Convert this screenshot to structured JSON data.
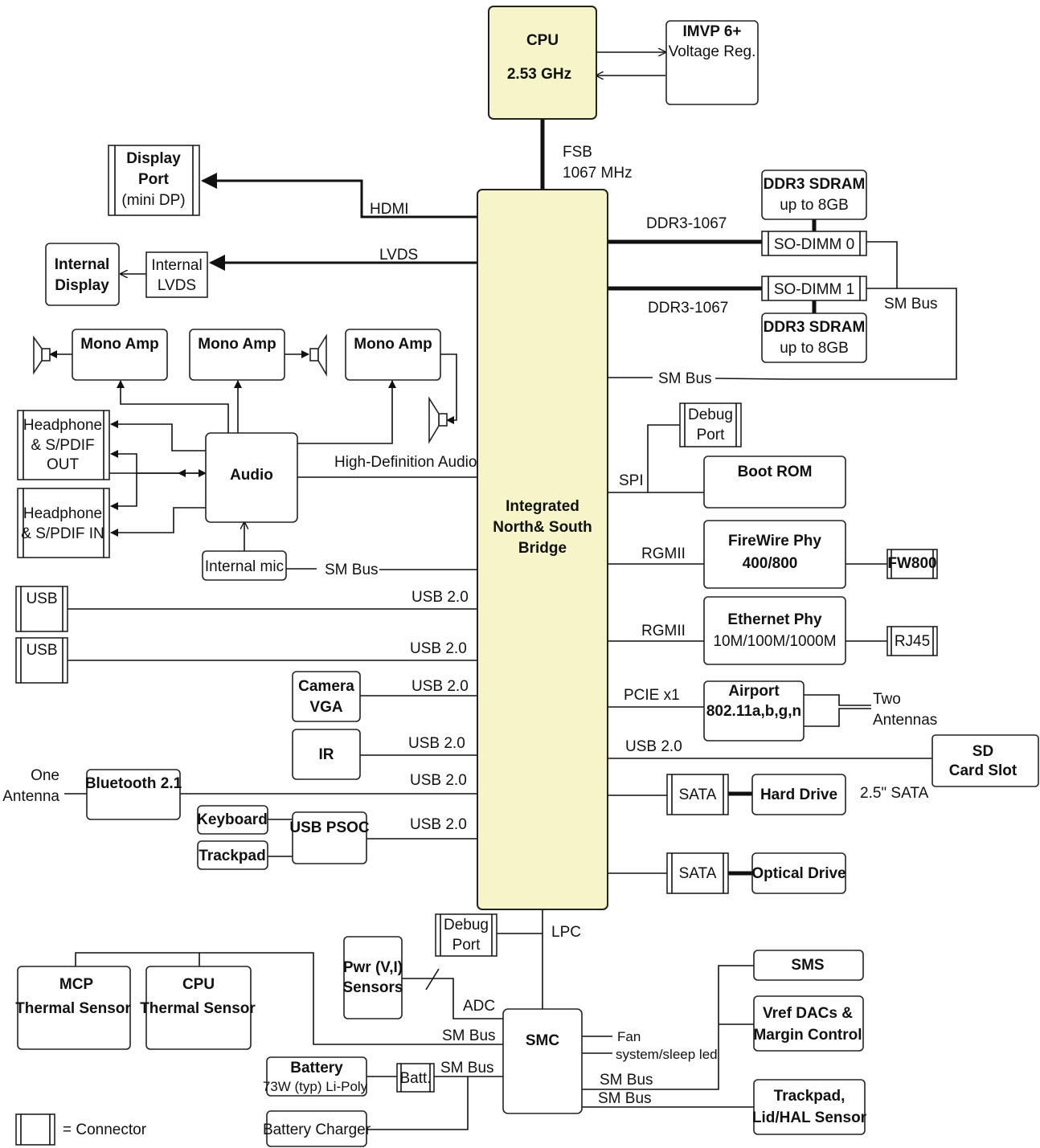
{
  "cpu": {
    "line1": "CPU",
    "line2": "2.53 GHz"
  },
  "imvp": {
    "line1": "IMVP 6+",
    "line2": "Voltage Reg."
  },
  "fsb": {
    "line1": "FSB",
    "line2": "1067 MHz"
  },
  "bridge": {
    "line1": "Integrated",
    "line2": "North& South",
    "line3": "Bridge"
  },
  "display_port": {
    "line1": "Display",
    "line2": "Port",
    "line3": "(mini DP)"
  },
  "internal_display": {
    "line1": "Internal",
    "line2": "Display"
  },
  "internal_lvds": {
    "line1": "Internal",
    "line2": "LVDS"
  },
  "buses": {
    "hdmi": "HDMI",
    "lvds": "LVDS",
    "ddr_a": "DDR3-1067",
    "ddr_b": "DDR3-1067",
    "sm_bus": "SM Bus",
    "spi": "SPI",
    "rgmii": "RGMII",
    "pcie": "PCIE x1",
    "usb20": "USB 2.0",
    "hda": "High-Definition Audio",
    "lpc": "LPC",
    "adc": "ADC"
  },
  "ddr_top": {
    "line1": "DDR3 SDRAM",
    "line2": "up to 8GB"
  },
  "ddr_bottom": {
    "line1": "DDR3 SDRAM",
    "line2": "up to 8GB"
  },
  "sodimm0": "SO-DIMM 0",
  "sodimm1": "SO-DIMM 1",
  "mono_amp": "Mono Amp",
  "headphone_out": {
    "line1": "Headphone",
    "line2": "& S/PDIF",
    "line3": "OUT"
  },
  "headphone_in": {
    "line1": "Headphone",
    "line2": "& S/PDIF IN"
  },
  "audio": "Audio",
  "internal_mic": "Internal mic",
  "usb": "USB",
  "camera": {
    "line1": "Camera",
    "line2": "VGA"
  },
  "ir": "IR",
  "bluetooth": "Bluetooth 2.1",
  "one_antenna": {
    "line1": "One",
    "line2": "Antenna"
  },
  "keyboard": "Keyboard",
  "trackpad": "Trackpad",
  "usb_psoc": "USB PSOC",
  "debug_port": {
    "line1": "Debug",
    "line2": "Port"
  },
  "boot_rom": "Boot ROM",
  "firewire": {
    "line1": "FireWire Phy",
    "line2": "400/800"
  },
  "fw800": "FW800",
  "ethernet": {
    "line1": "Ethernet Phy",
    "line2": "10M/100M/1000M"
  },
  "rj45": "RJ45",
  "airport": {
    "line1": "Airport",
    "line2": "802.11a,b,g,n"
  },
  "two_antennas": {
    "line1": "Two",
    "line2": "Antennas"
  },
  "sd": {
    "line1": "SD",
    "line2": "Card Slot"
  },
  "sata": "SATA",
  "hard_drive": "Hard Drive",
  "sata_note": "2.5\" SATA",
  "optical_drive": "Optical Drive",
  "pwr_sensors": {
    "line1": "Pwr (V,I)",
    "line2": "Sensors"
  },
  "mcp_thermal": {
    "line1": "MCP",
    "line2": "Thermal Sensor"
  },
  "cpu_thermal": {
    "line1": "CPU",
    "line2": "Thermal Sensor"
  },
  "smc": "SMC",
  "fan": "Fan",
  "sleep_led": "system/sleep led",
  "sms": "SMS",
  "vref": {
    "line1": "Vref DACs &",
    "line2": "Margin Control"
  },
  "trackpad_lid": {
    "line1": "Trackpad,",
    "line2": "Lid/HAL Sensor"
  },
  "battery": {
    "line1": "Battery",
    "line2": "73W (typ) Li-Poly"
  },
  "batt": "Batt.",
  "battery_charger": "Battery Charger",
  "legend": "= Connector"
}
